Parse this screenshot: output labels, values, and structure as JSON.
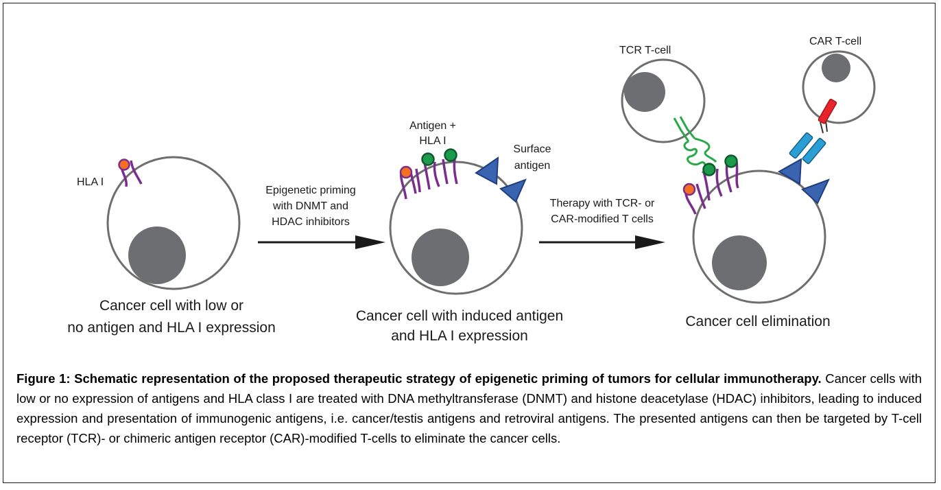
{
  "panels": {
    "left": {
      "hla_label": "HLA I",
      "caption_lines": [
        "Cancer cell with low or",
        "no antigen and HLA I expression"
      ]
    },
    "arrow1": {
      "lines": [
        "Epigenetic priming",
        "with DNMT and",
        "HDAC inhibitors"
      ]
    },
    "middle": {
      "antigen_hla_lines": [
        "Antigen +",
        "HLA I"
      ],
      "surface_lines": [
        "Surface",
        "antigen"
      ],
      "caption_lines": [
        "Cancer cell with induced antigen",
        "and HLA I expression"
      ]
    },
    "arrow2": {
      "lines": [
        "Therapy with TCR- or",
        "CAR-modified T cells"
      ]
    },
    "right": {
      "tcr_label": "TCR T-cell",
      "car_label": "CAR T-cell",
      "caption": "Cancer cell elimination"
    }
  },
  "figure_caption": {
    "title": "Figure 1: Schematic representation of the proposed therapeutic strategy of epigenetic priming of tumors for cellular immunotherapy.",
    "body": " Cancer cells with low or no expression of antigens and HLA class I are treated with DNA methyltransferase (DNMT) and histone deacetylase (HDAC) inhibitors, leading to induced expression and presentation of immunogenic antigens, i.e. cancer/testis antigens and retroviral antigens. The presented antigens can then be targeted by T-cell receptor (TCR)- or chimeric antigen receptor (CAR)-modified T-cells to eliminate the cancer cells."
  },
  "colors": {
    "membrane": "#6e6e6e",
    "nucleus": "#6d6e71",
    "hla": "#7b2d8e",
    "antigen_orange": "#f37021",
    "antigen_green": "#1b9a4b",
    "surface_antigen": "#3a64b0",
    "tcr_green": "#29a84a",
    "car_blue": "#2a9fd6",
    "car_red": "#e8242c"
  }
}
